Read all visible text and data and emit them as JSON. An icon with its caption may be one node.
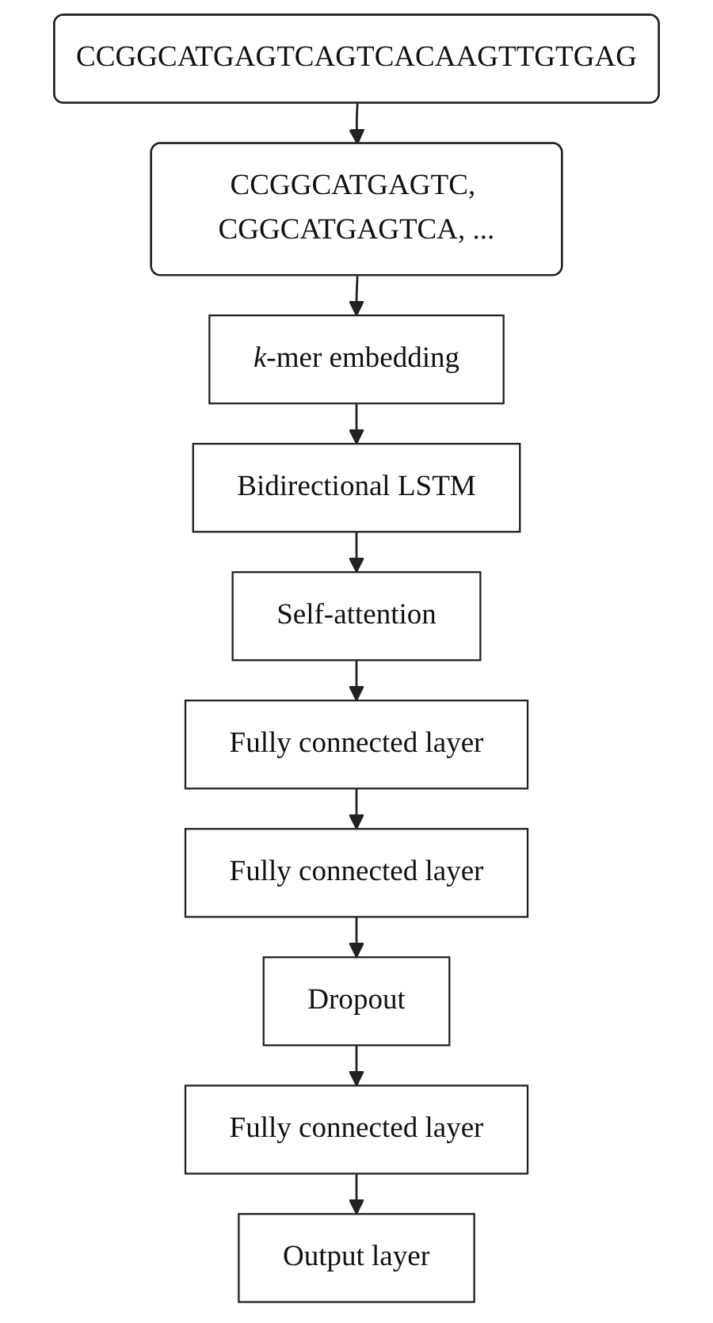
{
  "diagram": {
    "nodes": [
      {
        "text": [
          "CCGGCATGAGTCAGTCACAAGTTGTGAG"
        ]
      },
      {
        "text": [
          "CCGGCATGAGTC, CGGCATGAGTCA, ..."
        ]
      },
      {
        "text": [
          "*k*-mer embedding"
        ]
      },
      {
        "text": [
          "Bidirectional LSTM"
        ]
      },
      {
        "text": [
          "Self-attention"
        ]
      },
      {
        "text": [
          "Fully connected layer"
        ]
      },
      {
        "text": [
          "Fully connected layer"
        ]
      },
      {
        "text": [
          "Dropout"
        ]
      },
      {
        "text": [
          "Fully connected layer"
        ]
      },
      {
        "text": [
          "Output layer"
        ]
      }
    ],
    "edges": [
      {
        "from": 0,
        "to": 1,
        "arrow": "to"
      },
      {
        "from": 1,
        "to": 2,
        "arrow": "to"
      },
      {
        "from": 2,
        "to": 3,
        "arrow": "to"
      },
      {
        "from": 3,
        "to": 4,
        "arrow": "to"
      },
      {
        "from": 4,
        "to": 5,
        "arrow": "to"
      },
      {
        "from": 5,
        "to": 6,
        "arrow": "to"
      },
      {
        "from": 6,
        "to": 7,
        "arrow": "to"
      },
      {
        "from": 7,
        "to": 8,
        "arrow": "to"
      },
      {
        "from": 8,
        "to": 9,
        "arrow": "to"
      }
    ]
  }
}
